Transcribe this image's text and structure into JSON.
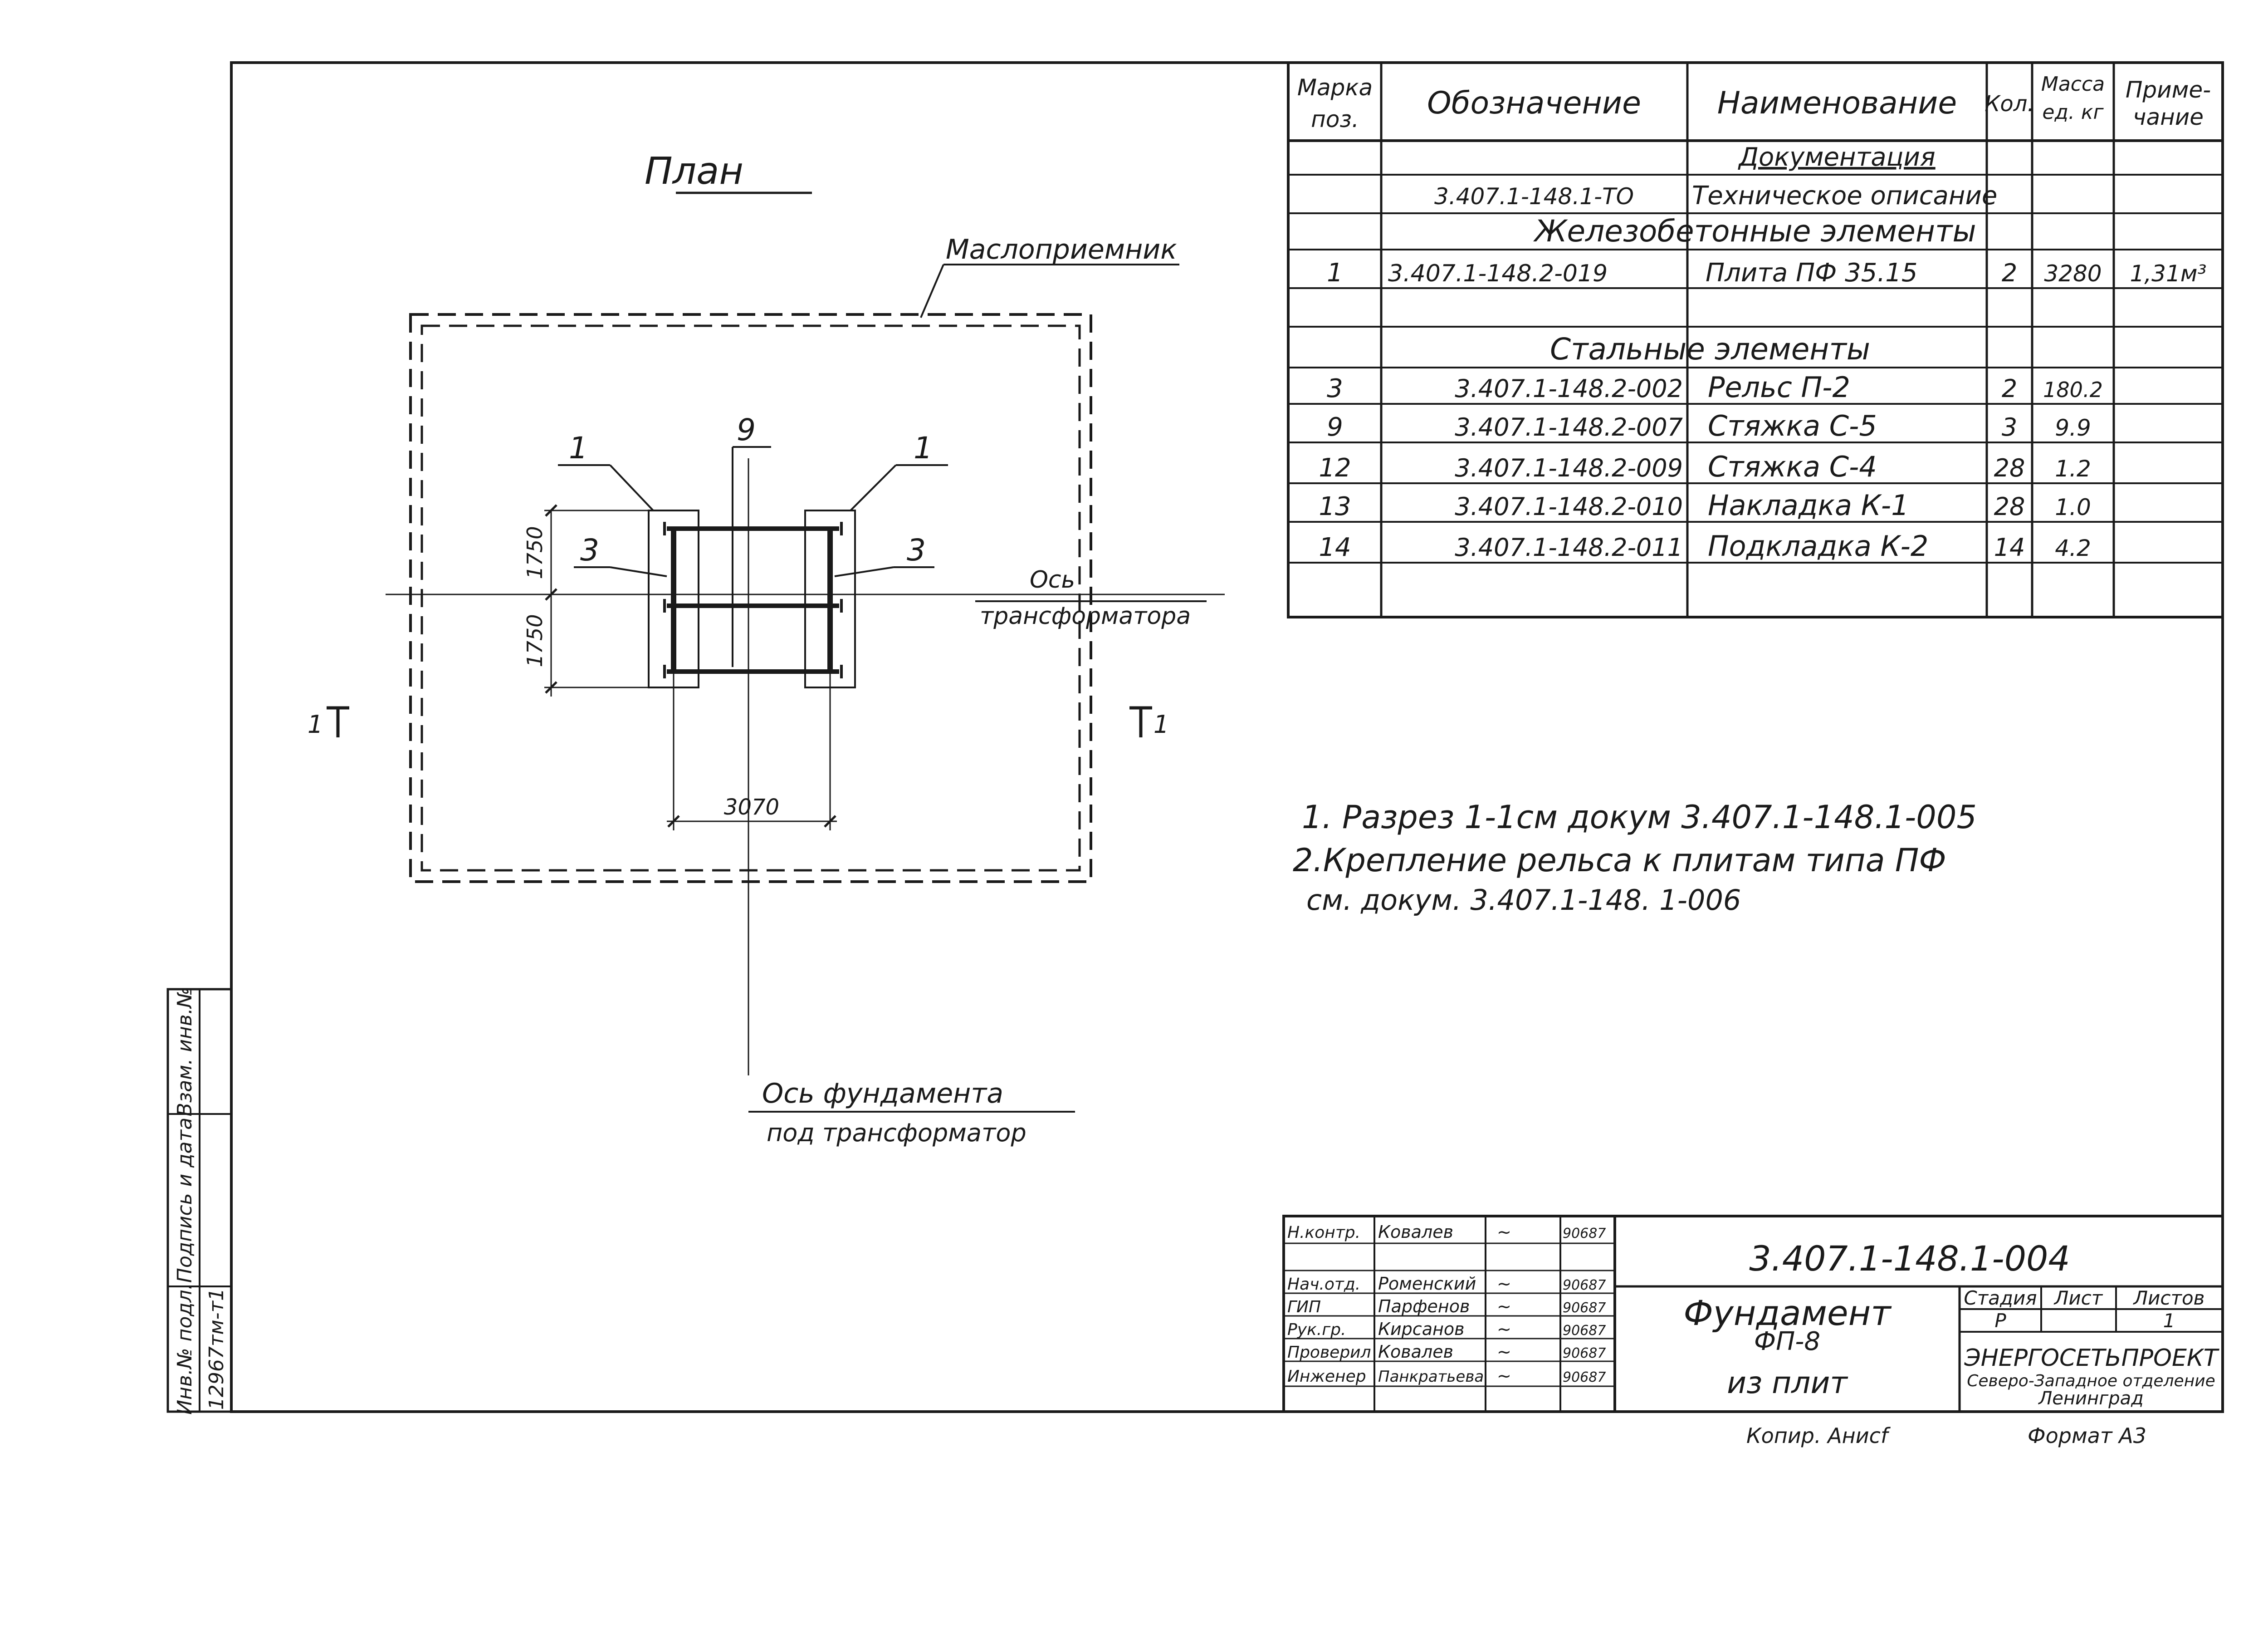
{
  "plan": {
    "title": "План",
    "oil_receiver_label": "Маслоприемник",
    "transformer_axis_label_1": "Ось",
    "transformer_axis_label_2": "трансформатора",
    "foundation_axis_label_1": "Ось фундамента",
    "foundation_axis_label_2": "под трансформатор",
    "section_mark_left": "1",
    "section_mark_right": "1",
    "callout_plate_left": "1",
    "callout_plate_right": "1",
    "callout_tie": "9",
    "callout_rail_left": "3",
    "callout_rail_right": "3",
    "dim_upper": "1750",
    "dim_lower": "1750",
    "dim_width": "3070"
  },
  "spec_table": {
    "headers": [
      "Марка поз.",
      "Обозначение",
      "Наименование",
      "Кол.",
      "Масса ед. кг",
      "Приме- чание"
    ],
    "header_lines": {
      "mark": [
        "Марка",
        "поз."
      ],
      "designation": [
        "Обозначение"
      ],
      "name": [
        "Наименование"
      ],
      "qty": [
        "Кол."
      ],
      "mass": [
        "Масса",
        "ед. кг"
      ],
      "note": [
        "Приме-",
        "чание"
      ]
    },
    "section_docs": "Документация",
    "section_concrete": "Железобетонные элементы",
    "section_steel": "Стальные элементы",
    "rows": [
      {
        "mark": "",
        "designation": "3.407.1-148.1-ТО",
        "name": "Техническое описание",
        "qty": "",
        "mass": "",
        "note": ""
      },
      {
        "mark": "1",
        "designation": "3.407.1-148.2-019",
        "name": "Плита ПФ 35.15",
        "qty": "2",
        "mass": "3280",
        "note": "1,31м³"
      },
      {
        "mark": "3",
        "designation": "3.407.1-148.2-002",
        "name": "Рельс П-2",
        "qty": "2",
        "mass": "180.2",
        "note": ""
      },
      {
        "mark": "9",
        "designation": "3.407.1-148.2-007",
        "name": "Стяжка С-5",
        "qty": "3",
        "mass": "9.9",
        "note": ""
      },
      {
        "mark": "12",
        "designation": "3.407.1-148.2-009",
        "name": "Стяжка С-4",
        "qty": "28",
        "mass": "1.2",
        "note": ""
      },
      {
        "mark": "13",
        "designation": "3.407.1-148.2-010",
        "name": "Накладка К-1",
        "qty": "28",
        "mass": "1.0",
        "note": ""
      },
      {
        "mark": "14",
        "designation": "3.407.1-148.2-011",
        "name": "Подкладка К-2",
        "qty": "14",
        "mass": "4.2",
        "note": ""
      }
    ]
  },
  "notes": {
    "line1": "1. Разрез 1-1см докум 3.407.1-148.1-005",
    "line2": "2.Крепление рельса к плитам типа ПФ",
    "line3": "см. докум. 3.407.1-148. 1-006"
  },
  "side_stamp": {
    "inv_orig": "Инв.№ подл.",
    "sign_date": "Подпись и дата",
    "inv_repl": "Взам. инв.№",
    "inv_value": "12967тм-т1"
  },
  "title_block": {
    "doc_number": "3.407.1-148.1-004",
    "title_line1": "Фундамент",
    "title_line2": "ФП-8",
    "title_line3": "из плит",
    "stage_label": "Стадия",
    "sheet_label": "Лист",
    "sheets_label": "Листов",
    "stage_value": "Р",
    "sheets_value": "1",
    "org_line1": "ЭНЕРГОСЕТЬПРОЕКТ",
    "org_line2": "Северо-Западное отделение",
    "org_line3": "Ленинград",
    "signers": [
      {
        "role": "Н.контр.",
        "name": "Ковалев",
        "sign": "~",
        "date": "90687"
      },
      {
        "role": "Нач.отд.",
        "name": "Роменский",
        "sign": "~",
        "date": "90687"
      },
      {
        "role": "ГИП",
        "name": "Парфенов",
        "sign": "~",
        "date": "90687"
      },
      {
        "role": "Рук.гр.",
        "name": "Кирсанов",
        "sign": "~",
        "date": "90687"
      },
      {
        "role": "Проверил",
        "name": "Ковалев",
        "sign": "~",
        "date": "90687"
      },
      {
        "role": "Инженер",
        "name": "Панкратьева",
        "sign": "~",
        "date": "90687"
      }
    ]
  },
  "footer": {
    "copied": "Копир. Анисf",
    "format": "Формат А3"
  }
}
